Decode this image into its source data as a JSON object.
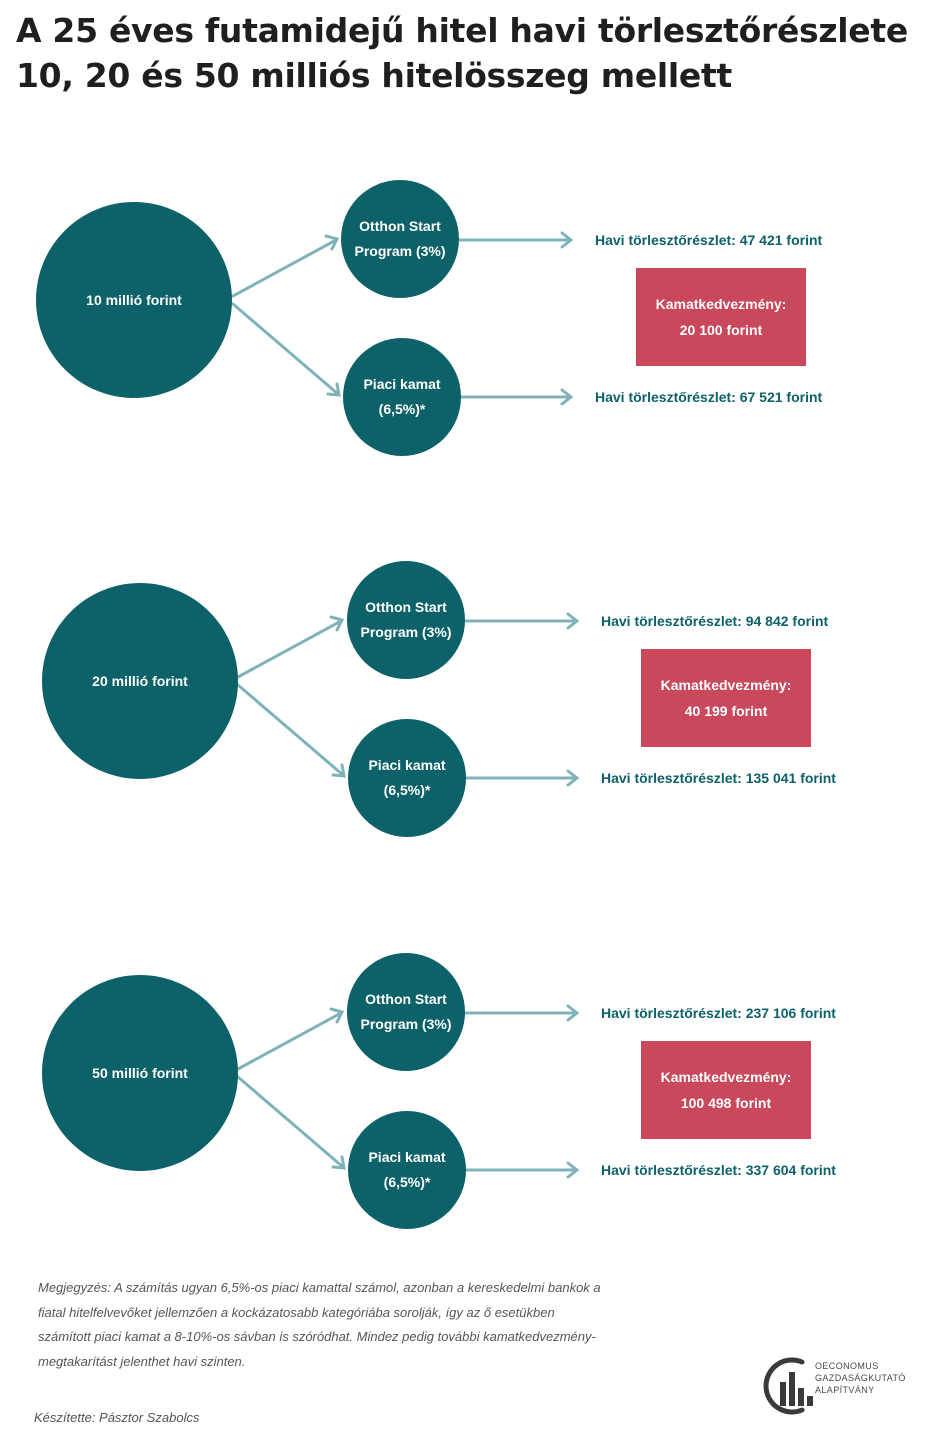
{
  "title": {
    "line1": "A 25 éves futamidejű hitel havi törlesztőrészlete",
    "line2": "10, 20 és 50 milliós hitelösszeg mellett"
  },
  "colors": {
    "teal": "#0d6168",
    "red": "#c9485b",
    "arrow": "#7fb3b8"
  },
  "groups": [
    {
      "amount": "10 millió forint",
      "otthon_line1": "Otthon Start",
      "otthon_line2": "Program (3%)",
      "piaci_line1": "Piaci kamat",
      "piaci_line2": "(6,5%)*",
      "otthon_result": "Havi törlesztőrészlet: 47 421 forint",
      "piaci_result": "Havi törlesztőrészlet: 67 521 forint",
      "savings_label": "Kamatkedvezmény:",
      "savings_value": "20 100 forint"
    },
    {
      "amount": "20 millió forint",
      "otthon_line1": "Otthon Start",
      "otthon_line2": "Program (3%)",
      "piaci_line1": "Piaci kamat",
      "piaci_line2": "(6,5%)*",
      "otthon_result": "Havi törlesztőrészlet: 94 842 forint",
      "piaci_result": "Havi törlesztőrészlet: 135 041 forint",
      "savings_label": "Kamatkedvezmény:",
      "savings_value": "40 199 forint"
    },
    {
      "amount": "50 millió forint",
      "otthon_line1": "Otthon Start",
      "otthon_line2": "Program (3%)",
      "piaci_line1": "Piaci kamat",
      "piaci_line2": "(6,5%)*",
      "otthon_result": "Havi törlesztőrészlet: 237 106 forint",
      "piaci_result": "Havi törlesztőrészlet: 337 604 forint",
      "savings_label": "Kamatkedvezmény:",
      "savings_value": "100 498 forint"
    }
  ],
  "note": {
    "line1": "Megjegyzés: A számítás ugyan 6,5%-os piaci kamattal számol, azonban a kereskedelmi bankok a",
    "line2": "fiatal hitelfelvevőket jellemzően a kockázatosabb kategóriába sorolják, így az ő esetükben",
    "line3": "számított piaci kamat a 8-10%-os sávban is szóródhat. Mindez pedig további kamatkedvezmény-",
    "line4": "megtakarítást jelenthet havi szinten."
  },
  "author": "Készítette: Pásztor Szabolcs",
  "logo": {
    "line1": "OECONOMUS",
    "line2": "GAZDASÁGKUTATÓ",
    "line3": "ALAPÍTVÁNY",
    "icon": "oeconomus-logo-icon"
  }
}
